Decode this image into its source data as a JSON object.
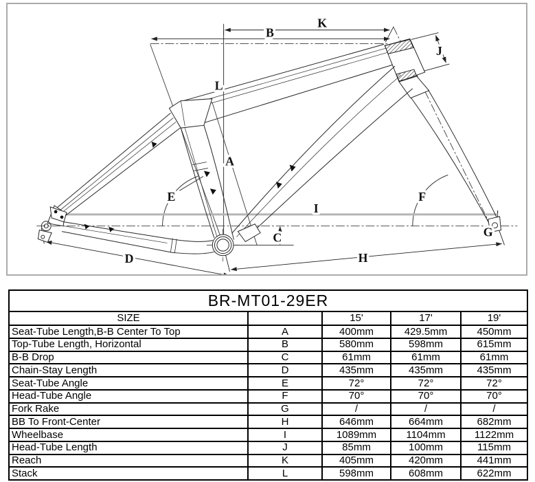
{
  "diagram": {
    "labels": {
      "A": "A",
      "B": "B",
      "C": "C",
      "D": "D",
      "E": "E",
      "F": "F",
      "G": "G",
      "H": "H",
      "I": "I",
      "J": "J",
      "K": "K",
      "L": "L"
    }
  },
  "table": {
    "title": "BR-MT01-29ER",
    "size_header": "SIZE",
    "size_columns": [
      "15'",
      "17'",
      "19'"
    ],
    "rows": [
      {
        "label": "Seat-Tube Length,B-B Center To Top",
        "letter": "A",
        "values": [
          "400mm",
          "429.5mm",
          "450mm"
        ]
      },
      {
        "label": "Top-Tube Length, Horizontal",
        "letter": "B",
        "values": [
          "580mm",
          "598mm",
          "615mm"
        ]
      },
      {
        "label": "B-B Drop",
        "letter": "C",
        "values": [
          "61mm",
          "61mm",
          "61mm"
        ]
      },
      {
        "label": "Chain-Stay Length",
        "letter": "D",
        "values": [
          "435mm",
          "435mm",
          "435mm"
        ]
      },
      {
        "label": "Seat-Tube Angle",
        "letter": "E",
        "values": [
          "72°",
          "72°",
          "72°"
        ]
      },
      {
        "label": "Head-Tube Angle",
        "letter": "F",
        "values": [
          "70°",
          "70°",
          "70°"
        ]
      },
      {
        "label": "Fork Rake",
        "letter": "G",
        "values": [
          "/",
          "/",
          "/"
        ]
      },
      {
        "label": "BB To Front-Center",
        "letter": "H",
        "values": [
          "646mm",
          "664mm",
          "682mm"
        ]
      },
      {
        "label": "Wheelbase",
        "letter": "I",
        "values": [
          "1089mm",
          "1104mm",
          "1122mm"
        ]
      },
      {
        "label": "Head-Tube Length",
        "letter": "J",
        "values": [
          "85mm",
          "100mm",
          "115mm"
        ]
      },
      {
        "label": "Reach",
        "letter": "K",
        "values": [
          "405mm",
          "420mm",
          "441mm"
        ]
      },
      {
        "label": "Stack",
        "letter": "L",
        "values": [
          "598mm",
          "608mm",
          "622mm"
        ]
      }
    ]
  }
}
